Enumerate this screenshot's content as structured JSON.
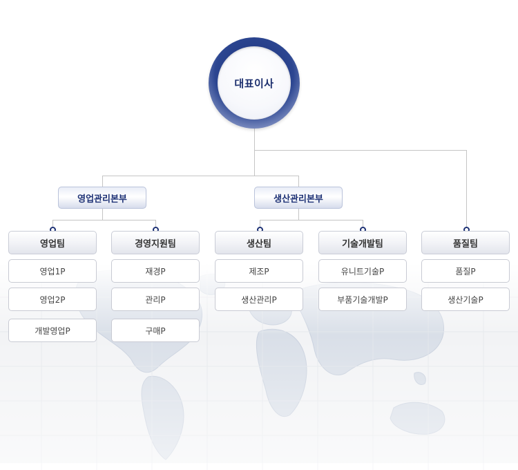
{
  "ceo": {
    "label": "대표이사"
  },
  "divisions": [
    {
      "label": "영업관리본부"
    },
    {
      "label": "생산관리본부"
    }
  ],
  "teams": [
    {
      "label": "영업팀",
      "units": [
        "영업1P",
        "영업2P",
        "개발영업P"
      ]
    },
    {
      "label": "경영지원팀",
      "units": [
        "재경P",
        "관리P",
        "구매P"
      ]
    },
    {
      "label": "생산팀",
      "units": [
        "제조P",
        "생산관리P"
      ]
    },
    {
      "label": "기술개발팀",
      "units": [
        "유니트기술P",
        "부품기술개발P"
      ]
    },
    {
      "label": "품질팀",
      "units": [
        "품질P",
        "생산기술P"
      ]
    }
  ],
  "colors": {
    "accent": "#1d3175",
    "connector": "#c4c4c4"
  }
}
